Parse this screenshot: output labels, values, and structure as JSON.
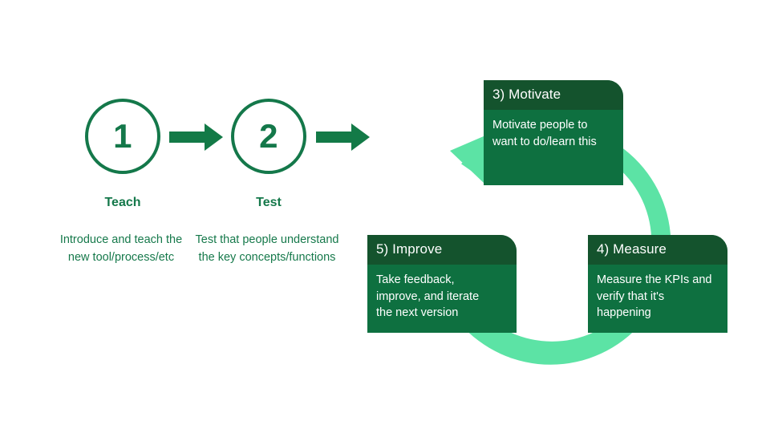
{
  "diagram": {
    "title": "Teach / Test then Motivate - Measure - Improve cycle",
    "colors": {
      "dark_green": "#14532d",
      "card_green": "#0e7040",
      "mint_green": "#5ce3a5",
      "text_green": "#14784a",
      "background": "#ffffff"
    }
  },
  "linear_steps": [
    {
      "number": "1",
      "label": "Teach",
      "description": "Introduce and teach\nthe new\ntool/process/etc"
    },
    {
      "number": "2",
      "label": "Test",
      "description": "Test that people\nunderstand the key\nconcepts/functions"
    }
  ],
  "arrows": [
    {
      "name": "arrow-1-to-2",
      "direction": "right"
    },
    {
      "name": "arrow-2-to-cycle",
      "direction": "right"
    }
  ],
  "cycle": {
    "loop_direction": "clockwise",
    "arrowhead_target": "3) Motivate",
    "cards": [
      {
        "id": "motivate",
        "header": "3) Motivate",
        "body": "Motivate people to\nwant to do/learn this"
      },
      {
        "id": "measure",
        "header": "4) Measure",
        "body": "Measure the KPIs and\nverify that it's\nhappening"
      },
      {
        "id": "improve",
        "header": "5) Improve",
        "body": "Take feedback,\nimprove, and iterate\nthe next version"
      }
    ]
  }
}
